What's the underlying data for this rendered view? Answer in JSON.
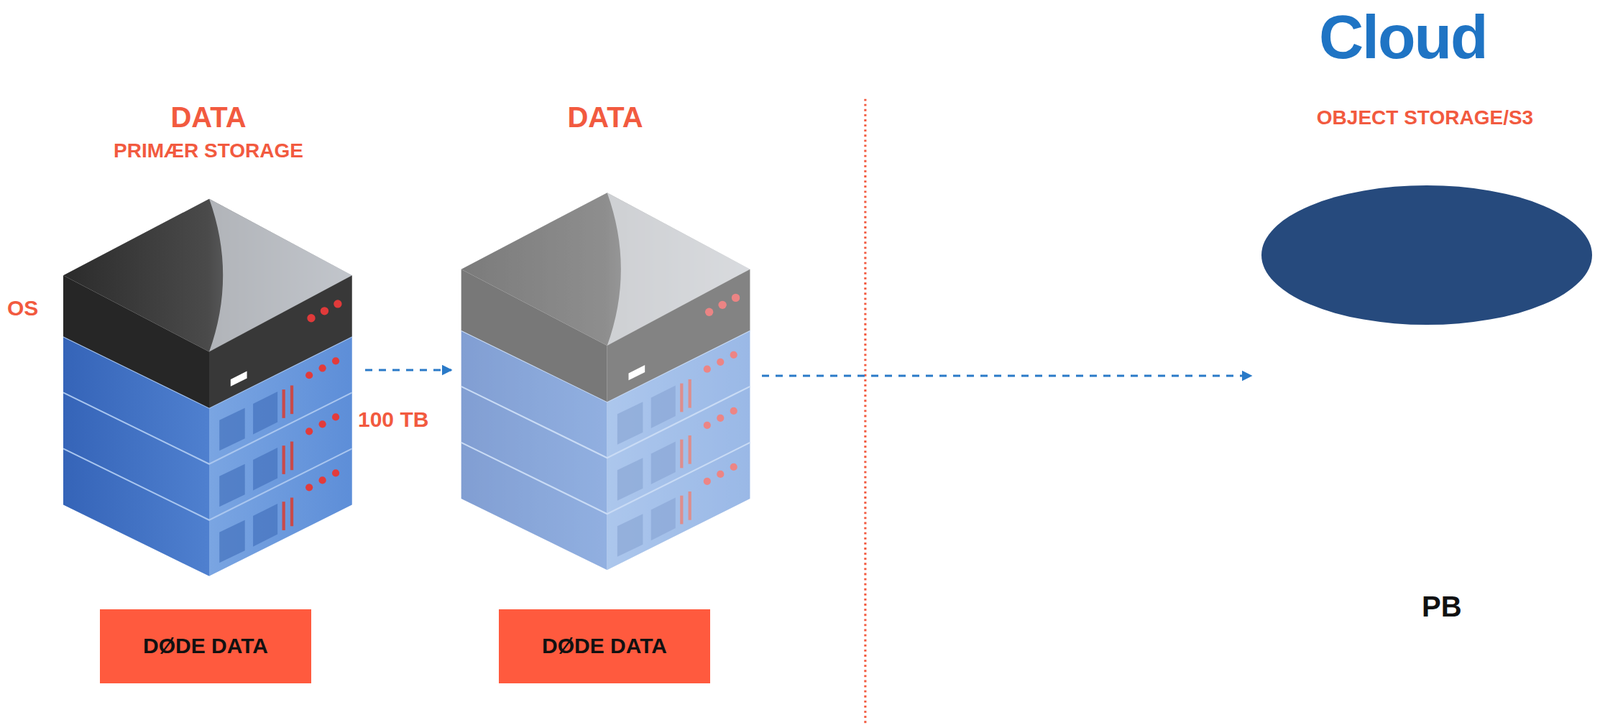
{
  "diagram": {
    "title": "Cloud",
    "nodes": [
      {
        "text": [
          "DATA",
          "PRIMÆR STORAGE"
        ]
      },
      {
        "text": [
          "DØDE DATA"
        ]
      },
      {
        "text": [
          "DATA"
        ]
      },
      {
        "text": [
          "DØDE DATA"
        ]
      },
      {
        "text": [
          "OBJECT STORAGE/S3"
        ]
      }
    ],
    "edges": [
      {
        "from": 0,
        "to": 2,
        "arrow": "to"
      },
      {
        "from": 2,
        "to": 4,
        "arrow": "to"
      }
    ],
    "labels": [
      "OS",
      "100 TB",
      "PB"
    ]
  }
}
